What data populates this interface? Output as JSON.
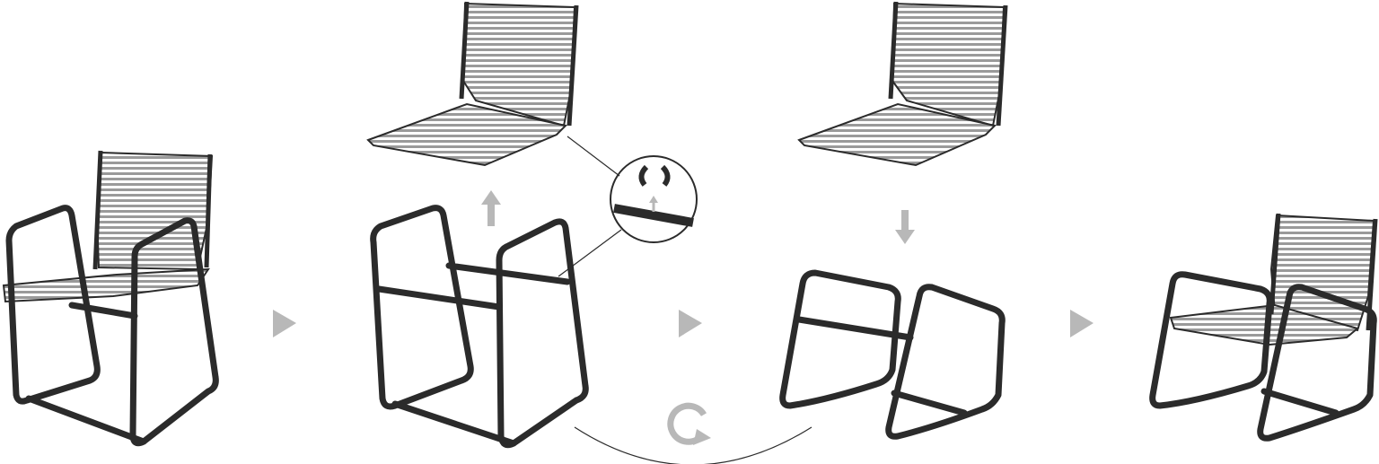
{
  "diagram": {
    "steps": [
      {
        "id": "original-chair"
      },
      {
        "id": "remove-seat"
      },
      {
        "id": "attach-to-rocker"
      },
      {
        "id": "rocking-chair-result"
      }
    ],
    "icons": {
      "next_arrow": "triangle-right-icon",
      "lift_arrow": "arrow-up-icon",
      "place_arrow": "arrow-down-icon",
      "swap": "rotate-icon",
      "detail_clip": "clip-detail-icon"
    },
    "colors": {
      "frame": "#2b2b2b",
      "slat": "#9a9a9a",
      "arrow": "#b8b8b8",
      "background": "#ffffff"
    }
  }
}
